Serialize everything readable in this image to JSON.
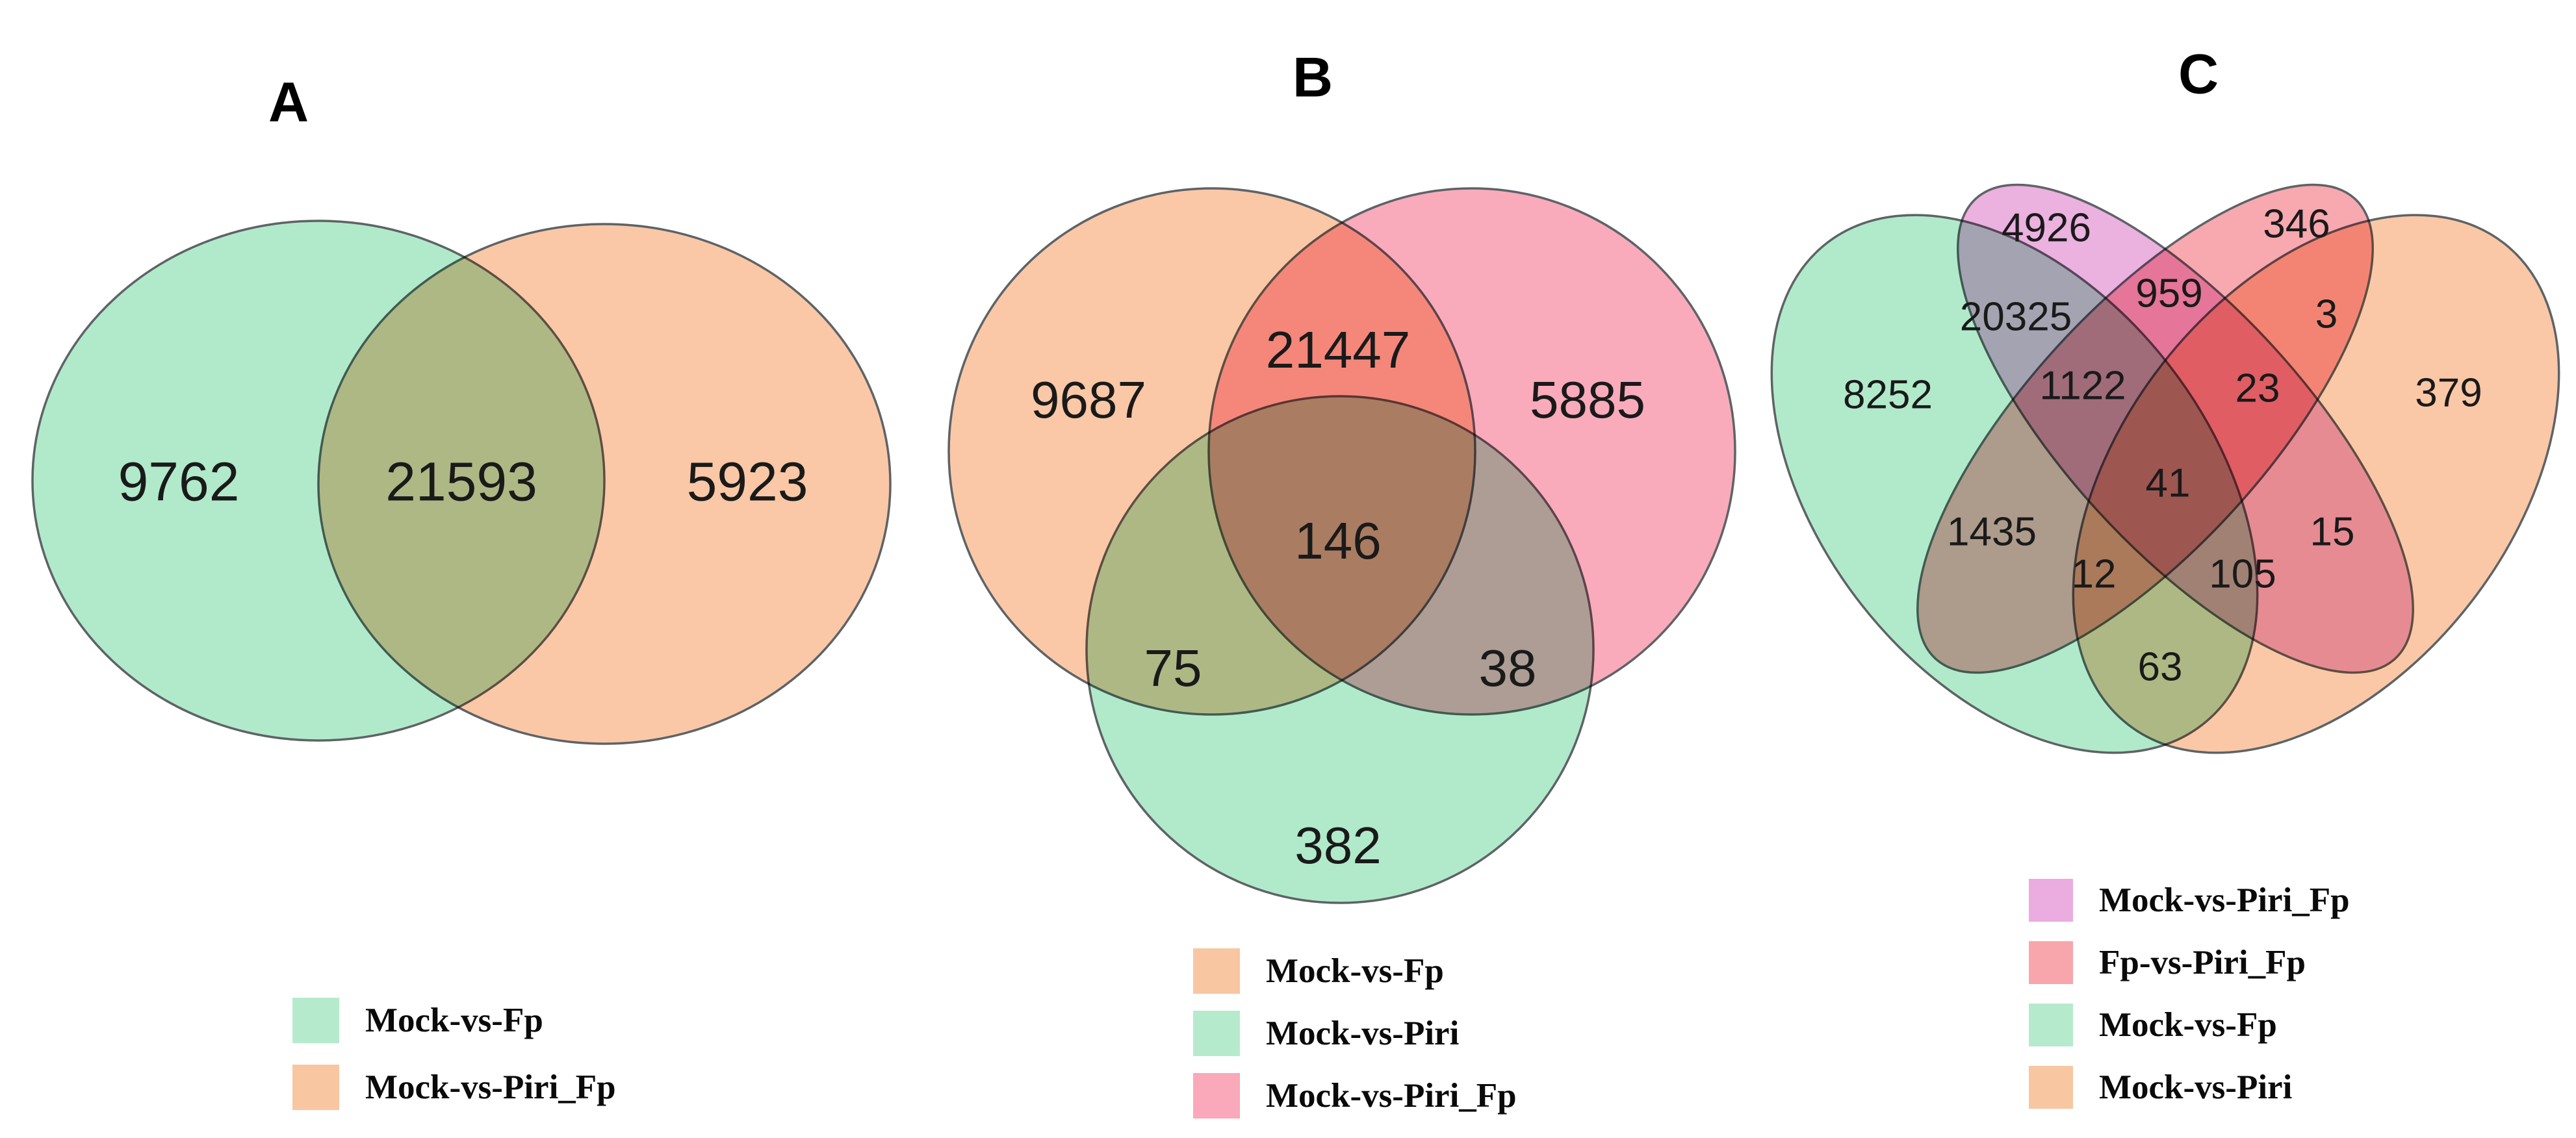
{
  "chart_data": [
    {
      "panel": "A",
      "type": "venn",
      "sets": [
        "Mock-vs-Fp",
        "Mock-vs-Piri_Fp"
      ],
      "set_colors": {
        "Mock-vs-Fp": "#a9e8c4",
        "Mock-vs-Piri_Fp": "#f9c29c"
      },
      "regions": [
        {
          "sets": [
            "Mock-vs-Fp"
          ],
          "value": "9762"
        },
        {
          "sets": [
            "Mock-vs-Fp",
            "Mock-vs-Piri_Fp"
          ],
          "value": "21593"
        },
        {
          "sets": [
            "Mock-vs-Piri_Fp"
          ],
          "value": "5923"
        }
      ],
      "legend": [
        {
          "label": "Mock-vs-Fp",
          "color": "#b5ebcc"
        },
        {
          "label": "Mock-vs-Piri_Fp",
          "color": "#f9c6a2"
        }
      ]
    },
    {
      "panel": "B",
      "type": "venn",
      "sets": [
        "Mock-vs-Fp",
        "Mock-vs-Piri",
        "Mock-vs-Piri_Fp"
      ],
      "set_colors": {
        "Mock-vs-Fp": "#f9c29c",
        "Mock-vs-Piri": "#a9e8c4",
        "Mock-vs-Piri_Fp": "#f8a2b4"
      },
      "regions": [
        {
          "sets": [
            "Mock-vs-Fp"
          ],
          "value": "9687"
        },
        {
          "sets": [
            "Mock-vs-Fp",
            "Mock-vs-Piri_Fp"
          ],
          "value": "21447"
        },
        {
          "sets": [
            "Mock-vs-Piri_Fp"
          ],
          "value": "5885"
        },
        {
          "sets": [
            "Mock-vs-Fp",
            "Mock-vs-Piri",
            "Mock-vs-Piri_Fp"
          ],
          "value": "146"
        },
        {
          "sets": [
            "Mock-vs-Fp",
            "Mock-vs-Piri"
          ],
          "value": "75"
        },
        {
          "sets": [
            "Mock-vs-Piri",
            "Mock-vs-Piri_Fp"
          ],
          "value": "38"
        },
        {
          "sets": [
            "Mock-vs-Piri"
          ],
          "value": "382"
        }
      ],
      "legend": [
        {
          "label": "Mock-vs-Fp",
          "color": "#f9c6a2"
        },
        {
          "label": "Mock-vs-Piri",
          "color": "#b5ebcc"
        },
        {
          "label": "Mock-vs-Piri_Fp",
          "color": "#f9a9ba"
        }
      ]
    },
    {
      "panel": "C",
      "type": "venn",
      "sets": [
        "Mock-vs-Fp",
        "Mock-vs-Piri_Fp",
        "Fp-vs-Piri_Fp",
        "Mock-vs-Piri"
      ],
      "set_colors": {
        "Mock-vs-Fp": "#a9e8c4",
        "Mock-vs-Piri_Fp": "#e9a8dc",
        "Fp-vs-Piri_Fp": "#f79fa6",
        "Mock-vs-Piri": "#f9c29c"
      },
      "regions": [
        {
          "sets": [
            "Mock-vs-Piri_Fp"
          ],
          "value": "4926"
        },
        {
          "sets": [
            "Fp-vs-Piri_Fp"
          ],
          "value": "346"
        },
        {
          "sets": [
            "Mock-vs-Fp",
            "Mock-vs-Piri_Fp"
          ],
          "value": "20325"
        },
        {
          "sets": [
            "Mock-vs-Piri_Fp",
            "Fp-vs-Piri_Fp"
          ],
          "value": "959"
        },
        {
          "sets": [
            "Fp-vs-Piri_Fp",
            "Mock-vs-Piri"
          ],
          "value": "3"
        },
        {
          "sets": [
            "Mock-vs-Fp"
          ],
          "value": "8252"
        },
        {
          "sets": [
            "Mock-vs-Fp",
            "Mock-vs-Piri_Fp",
            "Fp-vs-Piri_Fp"
          ],
          "value": "1122"
        },
        {
          "sets": [
            "Mock-vs-Piri_Fp",
            "Fp-vs-Piri_Fp",
            "Mock-vs-Piri"
          ],
          "value": "23"
        },
        {
          "sets": [
            "Mock-vs-Piri"
          ],
          "value": "379"
        },
        {
          "sets": [
            "Mock-vs-Fp",
            "Mock-vs-Piri_Fp",
            "Fp-vs-Piri_Fp",
            "Mock-vs-Piri"
          ],
          "value": "41"
        },
        {
          "sets": [
            "Mock-vs-Fp",
            "Fp-vs-Piri_Fp"
          ],
          "value": "1435"
        },
        {
          "sets": [
            "Mock-vs-Piri_Fp",
            "Mock-vs-Piri"
          ],
          "value": "15"
        },
        {
          "sets": [
            "Mock-vs-Fp",
            "Fp-vs-Piri_Fp",
            "Mock-vs-Piri"
          ],
          "value": "12"
        },
        {
          "sets": [
            "Mock-vs-Fp",
            "Mock-vs-Piri_Fp",
            "Mock-vs-Piri"
          ],
          "value": "105"
        },
        {
          "sets": [
            "Mock-vs-Fp",
            "Mock-vs-Piri"
          ],
          "value": "63"
        }
      ],
      "legend": [
        {
          "label": "Mock-vs-Piri_Fp",
          "color": "#ebacdf"
        },
        {
          "label": "Fp-vs-Piri_Fp",
          "color": "#f8a6ac"
        },
        {
          "label": "Mock-vs-Fp",
          "color": "#b5ebcc"
        },
        {
          "label": "Mock-vs-Piri",
          "color": "#f9c6a2"
        }
      ]
    }
  ]
}
